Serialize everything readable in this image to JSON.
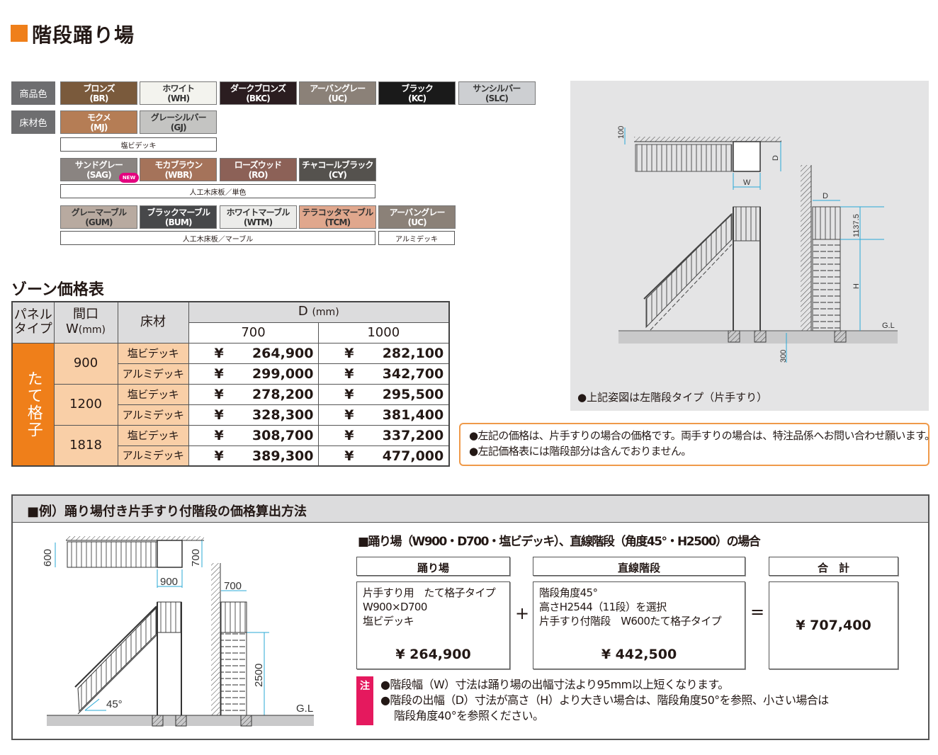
{
  "title": "階段踊り場",
  "colors": {
    "accent": "#ef7f1a",
    "frame_label": "商品色",
    "floor_label": "床材色",
    "frame": [
      {
        "name": "ブロンズ",
        "code": "(BR)",
        "color": "#7a5a3c"
      },
      {
        "name": "ホワイト",
        "code": "(WH)",
        "color": "#f3f3ee"
      },
      {
        "name": "ダークブロンズ",
        "code": "(BKC)",
        "color": "#2b1d20"
      },
      {
        "name": "アーバングレー",
        "code": "(UC)",
        "color": "#8b8178"
      },
      {
        "name": "ブラック",
        "code": "(KC)",
        "color": "#1a1a1a"
      },
      {
        "name": "サンシルバー",
        "code": "(SLC)",
        "color": "#cdcfd2"
      }
    ],
    "floor_vinyl": [
      {
        "name": "モクメ",
        "code": "(MJ)",
        "color": "#b57d55"
      },
      {
        "name": "グレーシルバー",
        "code": "(GJ)",
        "color": "#c4c4c2"
      }
    ],
    "floor_vinyl_caption": "塩ビデッキ",
    "floor_solid": [
      {
        "name": "サンドグレー",
        "code": "(SAG)",
        "color": "#8a8481",
        "badge": "NEW"
      },
      {
        "name": "モカブラウン",
        "code": "(WBR)",
        "color": "#a5735a"
      },
      {
        "name": "ローズウッド",
        "code": "(RO)",
        "color": "#8c6157"
      },
      {
        "name": "チャコールブラック",
        "code": "(CY)",
        "color": "#55524e"
      }
    ],
    "floor_solid_caption": "人工木床板／単色",
    "floor_marble": [
      {
        "name": "グレーマーブル",
        "code": "(GUM)",
        "color": "#b8aaa0"
      },
      {
        "name": "ブラックマーブル",
        "code": "(BUM)",
        "color": "#47484a"
      },
      {
        "name": "ホワイトマーブル",
        "code": "(WTM)",
        "color": "#ececea"
      },
      {
        "name": "テラコッタマーブル",
        "code": "(TCM)",
        "color": "#e0a78d"
      },
      {
        "name": "アーバングレー",
        "code": "(UC)",
        "color": "#8b8178"
      }
    ],
    "floor_marble_caption": "人工木床板／マーブル",
    "floor_alu_caption": "アルミデッキ"
  },
  "price_table": {
    "title": "ゾーン価格表",
    "h_panel": "パネルタイプ",
    "h_width": "間口",
    "h_width_unit": "W",
    "h_width_mm": "(mm)",
    "h_floor": "床材",
    "h_depth": "D",
    "h_depth_mm": "(mm)",
    "depths": [
      "700",
      "1000"
    ],
    "panel_type": "たて格子",
    "currency": "¥",
    "groups": [
      {
        "width": "900",
        "rows": [
          {
            "floor": "塩ビデッキ",
            "p700": "264,900",
            "p1000": "282,100"
          },
          {
            "floor": "アルミデッキ",
            "p700": "299,000",
            "p1000": "342,700"
          }
        ]
      },
      {
        "width": "1200",
        "rows": [
          {
            "floor": "塩ビデッキ",
            "p700": "278,200",
            "p1000": "295,500"
          },
          {
            "floor": "アルミデッキ",
            "p700": "328,300",
            "p1000": "381,400"
          }
        ]
      },
      {
        "width": "1818",
        "rows": [
          {
            "floor": "塩ビデッキ",
            "p700": "308,700",
            "p1000": "337,200"
          },
          {
            "floor": "アルミデッキ",
            "p700": "389,300",
            "p1000": "477,000"
          }
        ]
      }
    ]
  },
  "diagram": {
    "dims": {
      "d100": "100",
      "D": "D",
      "W": "W",
      "d300": "300",
      "d1137": "1137.5",
      "H": "H",
      "GL": "G.L"
    },
    "caption": "●上記姿図は左階段タイプ（片手すり）"
  },
  "notes": [
    "●左記の価格は、片手すりの場合の価格です。両手すりの場合は、特注品係へお問い合わせ願います。",
    "●左記価格表には階段部分は含んでおりません。"
  ],
  "example": {
    "header": "■例）踊り場付き片手すり付階段の価格算出方法",
    "dims": {
      "d600": "600",
      "d700a": "700",
      "d900": "900",
      "d700b": "700",
      "d2500": "2500",
      "angle": "45°",
      "GL": "G.L"
    },
    "title": "■踊り場（W900・D700・塩ビデッキ）、直線階段（角度45°・H2500）の場合",
    "landing": {
      "label": "踊り場",
      "lines": [
        "片手すり用　たて格子タイプ",
        "W900×D700",
        "塩ビデッキ"
      ],
      "price": "¥  264,900"
    },
    "plus": "+",
    "stairs": {
      "label": "直線階段",
      "lines": [
        "階段角度45°",
        "高さH2544（11段）を選択",
        "片手すり付階段　W600たて格子タイプ"
      ],
      "price": "¥  442,500"
    },
    "equals": "=",
    "total": {
      "label": "合　計",
      "price": "¥  707,400"
    },
    "note_tag": "注",
    "notes": [
      "●階段幅（W）寸法は踊り場の出幅寸法より95mm以上短くなります。",
      "●階段の出幅（D）寸法が高さ（H）より大きい場合は、階段角度50°を参照、小さい場合は",
      "階段角度40°を参照ください。"
    ]
  }
}
